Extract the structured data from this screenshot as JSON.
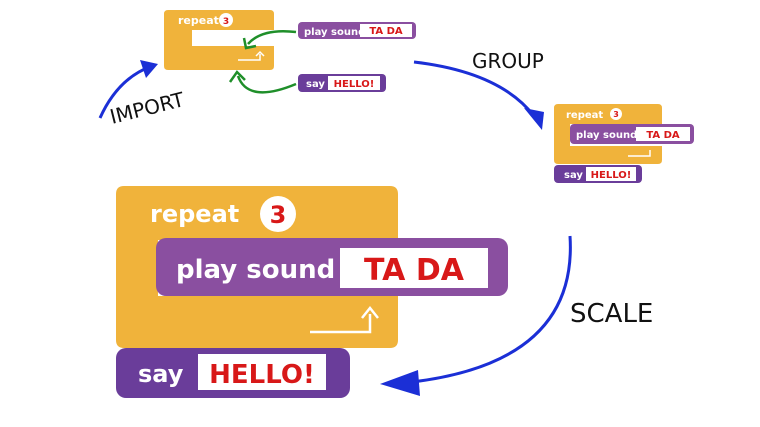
{
  "blocks": {
    "repeat_label": "repeat",
    "repeat_count": "3",
    "play_label": "play sound",
    "play_value": "TA DA",
    "say_label": "say",
    "say_value": "HELLO!"
  },
  "steps": {
    "import": "IMPORT",
    "group": "GROUP",
    "scale": "SCALE"
  },
  "colors": {
    "control": "#f0b33b",
    "looks": "#91509e",
    "sound": "#8a4fa0",
    "arrow_blue": "#1b2fd6",
    "arrow_green": "#1f8f2a"
  }
}
